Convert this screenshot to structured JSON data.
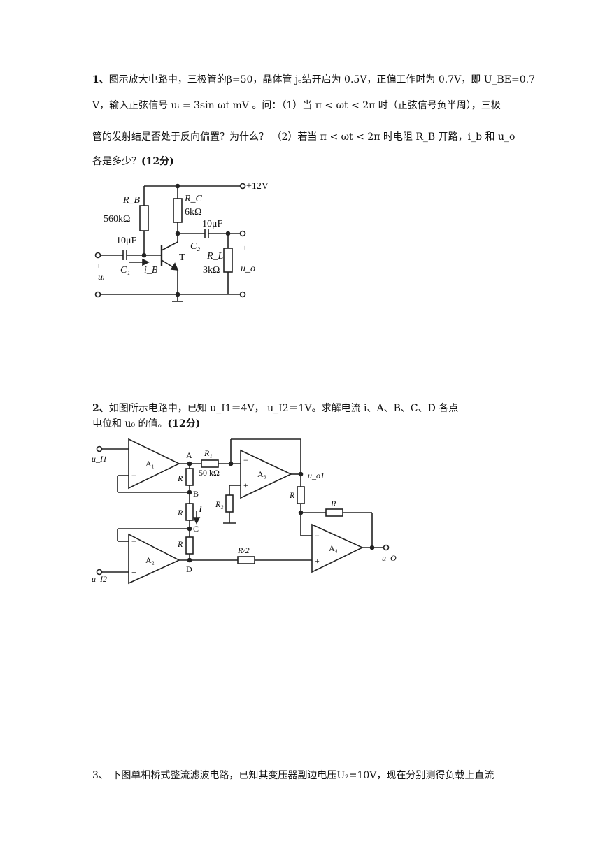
{
  "q1": {
    "num": "1、",
    "line1": "图示放大电路中，三极管的β=50，晶体管 jₑ结开启为 0.5V，正偏工作时为 0.7V，即 U_BE=0.7",
    "line2": "V，输入正弦信号 uᵢ = 3sin ωt mV 。问：（1）当 π < ωt < 2π 时（正弦信号负半周），三极",
    "line3": "管的发射结是否处于反向偏置？为什么？ （2）若当 π < ωt < 2π 时电阻 R_B 开路，i_b 和 u_o",
    "line4": "各是多少？",
    "score": "(12分)"
  },
  "fig1": {
    "supply": "+12V",
    "rb": "R_B",
    "rb_val": "560kΩ",
    "rc": "R_C",
    "rc_val": "6kΩ",
    "c1": "C₁",
    "c1_val": "10μF",
    "c2": "C₂",
    "c2_val": "10μF",
    "rl": "R_L",
    "rl_val": "3kΩ",
    "t": "T",
    "ib": "i_B",
    "ui": "uᵢ",
    "uo": "u_o",
    "plus": "+",
    "minus": "−"
  },
  "q2": {
    "num": "2、",
    "line1": "如图所示电路中，已知 u_I1＝4V， u_I2＝1V。求解电流 i、A、B、C、D 各点",
    "line2": "电位和 u₀ 的值。",
    "score": "(12分)"
  },
  "fig2": {
    "ui1": "u_I1",
    "ui2": "u_I2",
    "a1": "A₁",
    "a2": "A₂",
    "a3": "A₃",
    "a4": "A₄",
    "A": "A",
    "B": "B",
    "C": "C",
    "D": "D",
    "r": "R",
    "r1": "R₁",
    "r1_val": "50 kΩ",
    "r2": "R₂",
    "r_half": "R/2",
    "i": "i",
    "uo1": "u_o1",
    "uo": "u_O",
    "plus": "+",
    "minus": "−"
  },
  "q3": {
    "line1": "3、 下图单相桥式整流滤波电路，已知其变压器副边电压U₂=10V，现在分别测得负载上直流"
  }
}
